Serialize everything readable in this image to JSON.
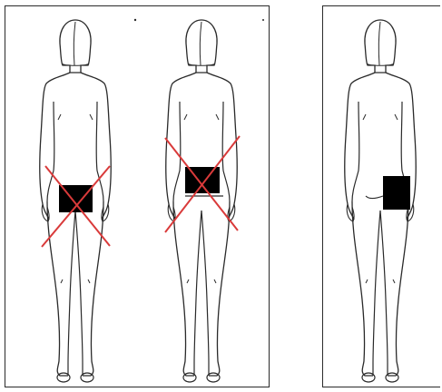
{
  "figures": [
    {
      "view": "back",
      "marker": "incorrect",
      "cross_color": "#d93a3a"
    },
    {
      "view": "back",
      "marker": "incorrect",
      "cross_color": "#d93a3a"
    },
    {
      "view": "back",
      "marker": "correct"
    }
  ],
  "colors": {
    "outline": "#2a2a2a",
    "censor_box": "#000000",
    "cross": "#d93a3a",
    "background": "#ffffff"
  }
}
